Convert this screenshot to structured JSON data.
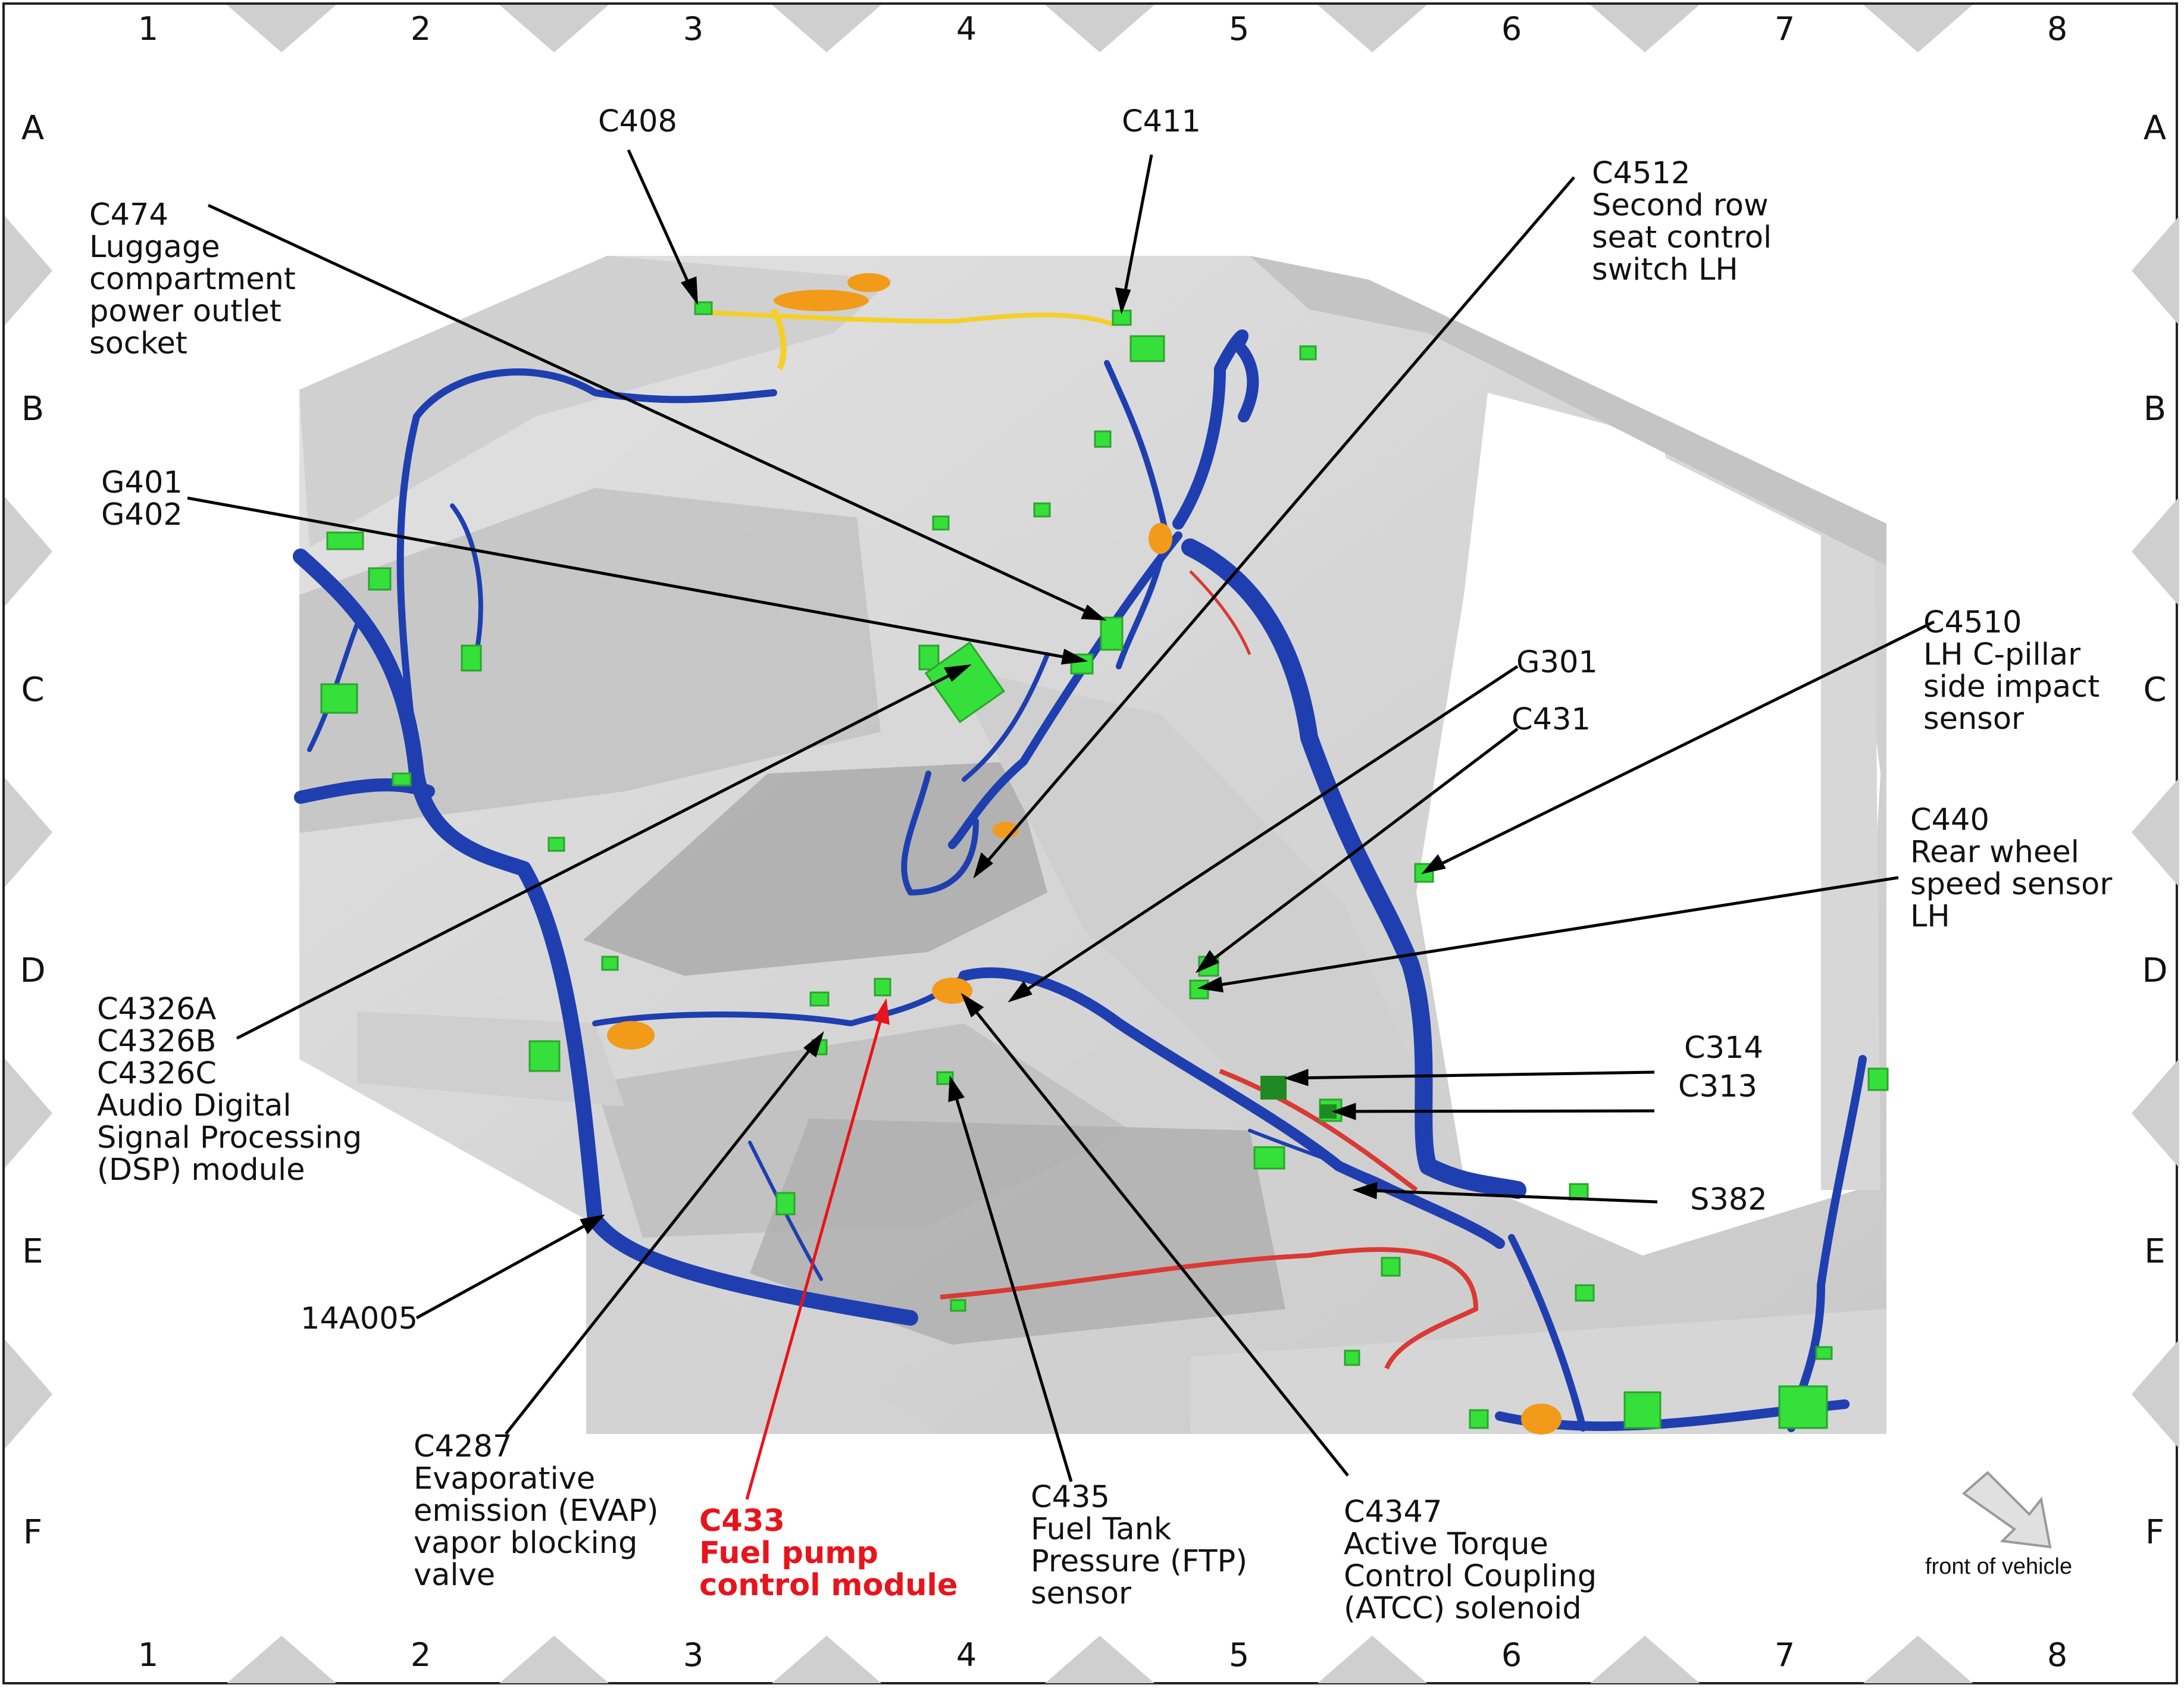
{
  "grid": {
    "columns": [
      "1",
      "2",
      "3",
      "4",
      "5",
      "6",
      "7",
      "8"
    ],
    "rows": [
      "A",
      "B",
      "C",
      "D",
      "E",
      "F"
    ]
  },
  "callouts": {
    "c408": "C408",
    "c411": "C411",
    "c474": "C474\nLuggage\ncompartment\npower outlet\nsocket",
    "c4512": "C4512\nSecond row\nseat control\nswitch LH",
    "g401": "G401\nG402",
    "c4510": "C4510\nLH C-pillar\nside impact\nsensor",
    "g301": "G301",
    "c431": "C431",
    "c440": "C440\nRear wheel\nspeed sensor\nLH",
    "c4326": "C4326A\nC4326B\nC4326C\nAudio Digital\nSignal Processing\n(DSP) module",
    "c314": "C314",
    "c313": "C313",
    "s382": "S382",
    "harness": "14A005",
    "c4287": "C4287\nEvaporative\nemission (EVAP)\nvapor blocking\nvalve",
    "c433": "C433\nFuel pump\ncontrol module",
    "c435": "C435\nFuel Tank\nPressure (FTP)\nsensor",
    "c4347": "C4347\nActive Torque\nControl Coupling\n(ATCC) solenoid"
  },
  "orientation": {
    "label": "front of vehicle",
    "icon": "arrow-down-right-icon"
  },
  "colors": {
    "highlight": "#e8141b",
    "harness": "#1f3fb0",
    "connector": "#35e03a",
    "connector_dark": "#2aa52c",
    "orange_part": "#f29a1a",
    "yellow_wire": "#f4cf2a",
    "red_wire": "#d93a33",
    "body_panel": "#d8d8d8"
  }
}
